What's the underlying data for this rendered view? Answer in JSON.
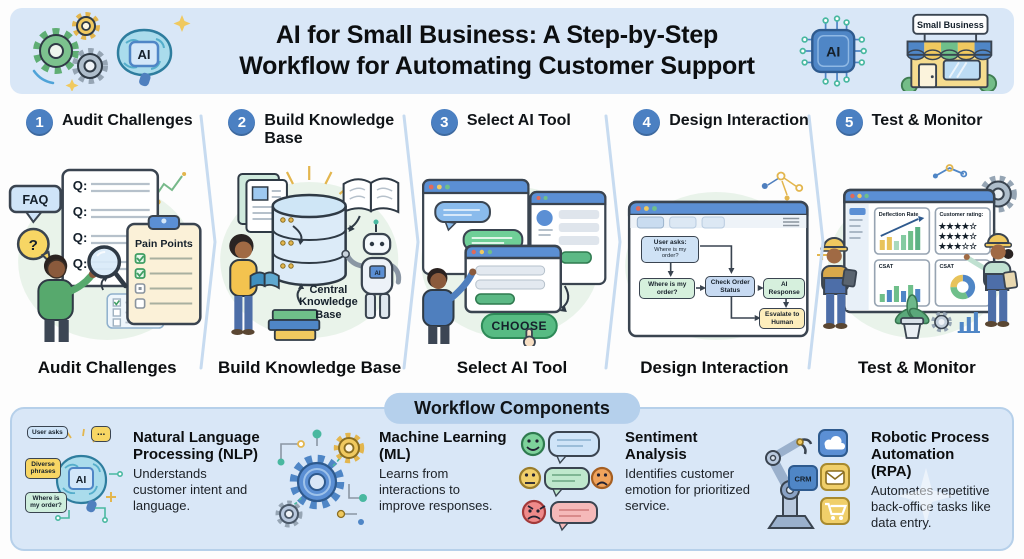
{
  "header": {
    "title_line1": "AI for Small Business: A Step-by-Step",
    "title_line2": "Workflow for Automating Customer Support",
    "brain_chip": "AI",
    "right_chip": "AI",
    "store_sign": "Small Business"
  },
  "steps": [
    {
      "number": "1",
      "title": "Audit Challenges",
      "caption": "Audit Challenges",
      "labels": {
        "faq": "FAQ",
        "question": "?",
        "q1": "Q:",
        "q2": "Q:",
        "q3": "Q:",
        "q4": "Q:",
        "clipboard": "Pain Points"
      }
    },
    {
      "number": "2",
      "title": "Build Knowledge Base",
      "caption": "Build Knowledge Base",
      "labels": {
        "db": "Central Knowledge Base",
        "robot_chip": "AI"
      }
    },
    {
      "number": "3",
      "title": "Select AI Tool",
      "caption": "Select AI Tool",
      "labels": {
        "choose": "CHOOSE"
      }
    },
    {
      "number": "4",
      "title": "Design Interaction",
      "caption": "Design Interaction",
      "labels": {
        "user_asks": "User asks:",
        "user_asks_sub": "Where is my order?",
        "ask": "Where is my order?",
        "check": "Check Order Status",
        "response": "AI Response",
        "escalate": "Esvalate to Human"
      }
    },
    {
      "number": "5",
      "title": "Test & Monitor",
      "caption": "Test & Monitor",
      "labels": {
        "panel1": "Deflection Rate",
        "panel2": "Customer rating:",
        "panel3": "CSAT",
        "panel4": "CSAT",
        "stars1": "★★★★☆",
        "stars2": "★★★★☆",
        "stars3": "★★★☆☆"
      }
    }
  ],
  "workflow_components": {
    "title": "Workflow Components",
    "items": [
      {
        "title": "Natural Language Processing (NLP)",
        "description": "Understands customer intent and language.",
        "chip": "AI",
        "bubbles": {
          "user_asks": "User asks",
          "diverse": "Diverse phrases",
          "order": "Where is my order?",
          "dots": "..."
        }
      },
      {
        "title": "Machine Learning (ML)",
        "description": "Learns from interactions to improve responses."
      },
      {
        "title": "Sentiment Analysis",
        "description": "Identifies customer emotion for prioritized service."
      },
      {
        "title": "Robotic Process Automation (RPA)",
        "description": "Automates repetitive back-office tasks like data entry.",
        "badge": "CRM"
      }
    ]
  },
  "colors": {
    "accent_blue": "#4b80c2",
    "panel_bg": "#d9e7f7",
    "pill_bg": "#b5d0ec",
    "choose_green": "#57bb83",
    "escalate_yellow": "#fdeebc"
  }
}
